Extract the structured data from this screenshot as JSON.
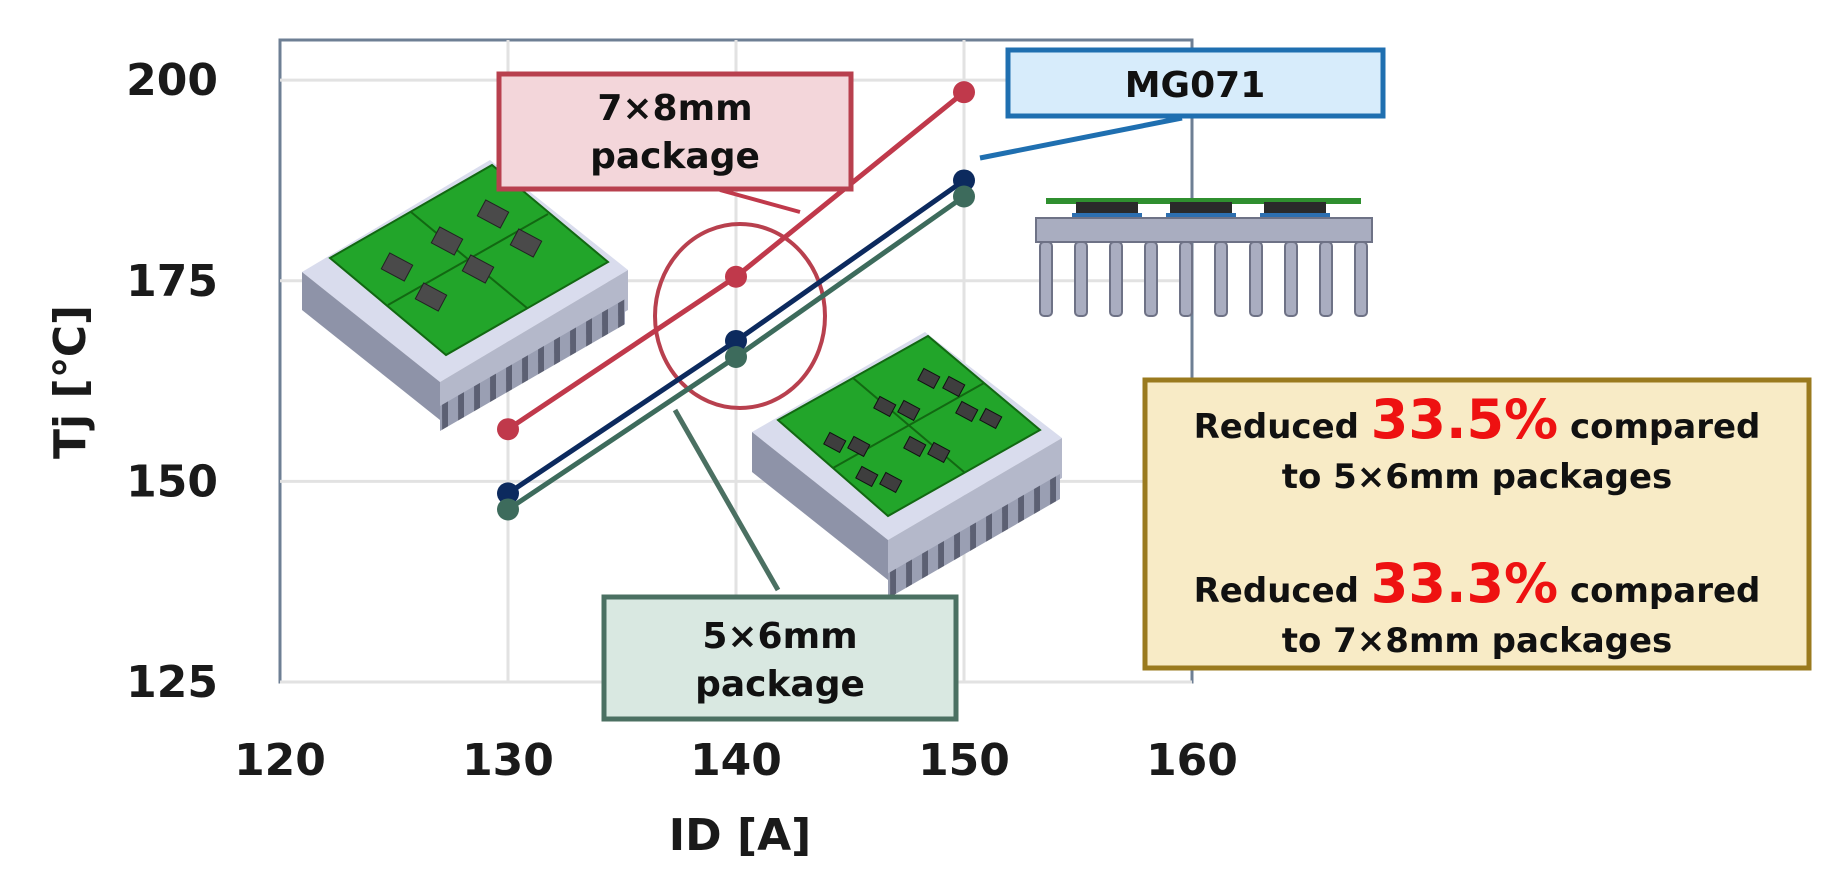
{
  "chart_data": {
    "type": "line",
    "xlabel": "ID [A]",
    "ylabel": "Tj [℃]",
    "xlim": [
      120,
      160
    ],
    "ylim": [
      125,
      205
    ],
    "x_ticks": [
      "120",
      "130",
      "140",
      "150",
      "160"
    ],
    "y_ticks": [
      "125",
      "150",
      "175",
      "200"
    ],
    "grid": true,
    "x": [
      130,
      140,
      150
    ],
    "series": [
      {
        "name": "7×8mm package",
        "color": "#c0394b",
        "values": [
          156.5,
          175.5,
          198.5
        ]
      },
      {
        "name": "MG071",
        "color": "#0c2a5e",
        "values": [
          148.5,
          167.5,
          187.5
        ]
      },
      {
        "name": "5×6mm package",
        "color": "#3d6b5c",
        "values": [
          146.5,
          165.5,
          185.5
        ]
      }
    ]
  },
  "callouts": {
    "pkg78_line1": "7×8mm",
    "pkg78_line2": "package",
    "mg071": "MG071",
    "pkg56_line1": "5×6mm",
    "pkg56_line2": "package"
  },
  "summary": {
    "r1_prefix": "Reduced ",
    "r1_value": "33.5%",
    "r1_suffix": " compared",
    "r1_line2": "to 5×6mm packages",
    "r2_prefix": "Reduced ",
    "r2_value": "33.3%",
    "r2_suffix": " compared",
    "r2_line2": "to 7×8mm packages"
  },
  "colors": {
    "pkg78_border": "#b8404e",
    "pkg78_fill": "#f3d6da",
    "mg071_border": "#1f6fb0",
    "mg071_fill": "#d7ecfb",
    "pkg56_border": "#4b7062",
    "pkg56_fill": "#d9e8e1",
    "summary_border": "#9a7a1e",
    "summary_fill": "#f8ebc6",
    "highlight": "#ee1111",
    "pcb": "#1fa81f",
    "heatsink": "#a9adc0"
  }
}
